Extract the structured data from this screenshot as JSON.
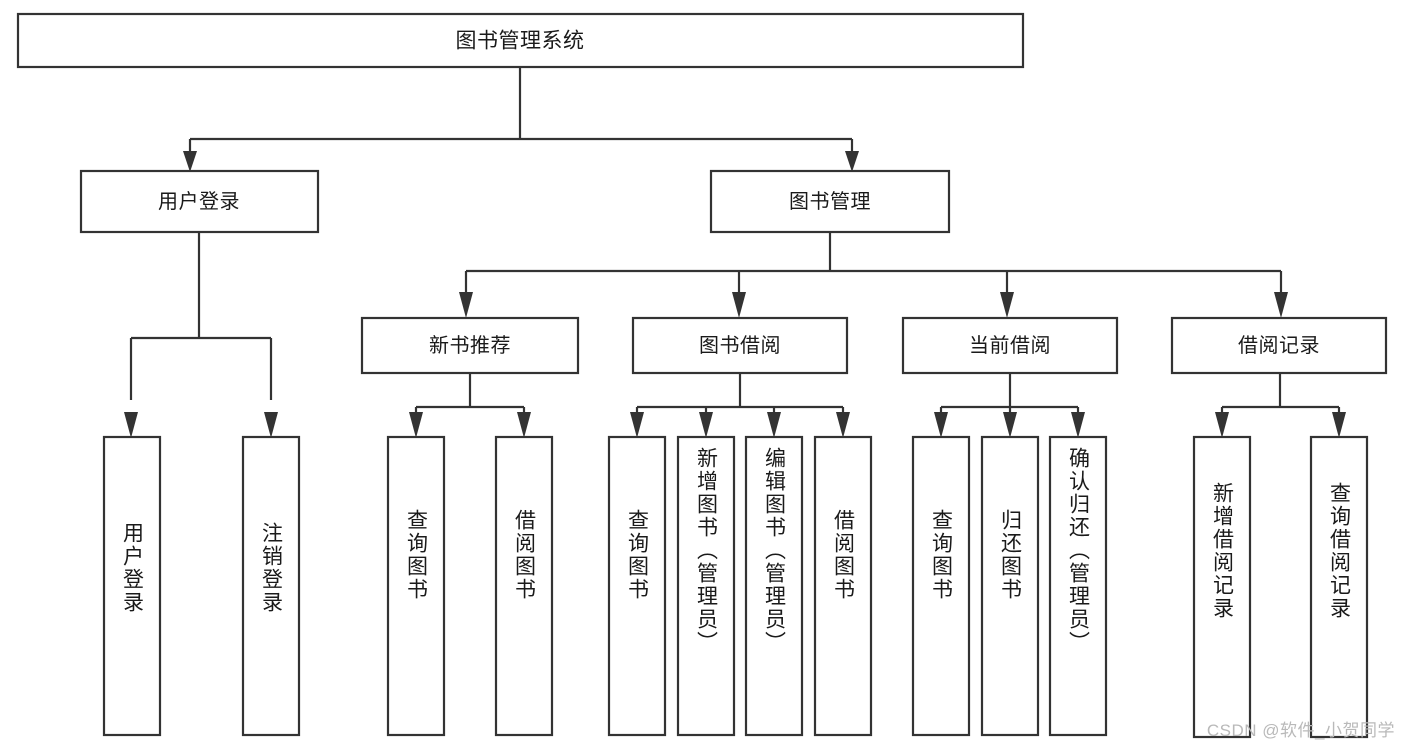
{
  "diagram": {
    "type": "tree-flowchart",
    "title": "图书管理系统",
    "root": {
      "label": "图书管理系统",
      "orientation": "horizontal"
    },
    "level2": [
      {
        "label": "用户登录",
        "orientation": "horizontal"
      },
      {
        "label": "图书管理",
        "orientation": "horizontal"
      }
    ],
    "level3": [
      {
        "label": "新书推荐",
        "orientation": "horizontal"
      },
      {
        "label": "图书借阅",
        "orientation": "horizontal"
      },
      {
        "label": "当前借阅",
        "orientation": "horizontal"
      },
      {
        "label": "借阅记录",
        "orientation": "horizontal"
      }
    ],
    "leaves": {
      "user_login": [
        {
          "label": "用户登录",
          "orientation": "vertical"
        },
        {
          "label": "注销登录",
          "orientation": "vertical"
        }
      ],
      "new_book_recommend": [
        {
          "label": "查询图书",
          "orientation": "vertical"
        },
        {
          "label": "借阅图书",
          "orientation": "vertical"
        }
      ],
      "book_borrow": [
        {
          "label": "查询图书",
          "orientation": "vertical"
        },
        {
          "label": "新增图书（管理员）",
          "orientation": "vertical"
        },
        {
          "label": "编辑图书（管理员）",
          "orientation": "vertical"
        },
        {
          "label": "借阅图书",
          "orientation": "vertical"
        }
      ],
      "current_borrow": [
        {
          "label": "查询图书",
          "orientation": "vertical"
        },
        {
          "label": "归还图书",
          "orientation": "vertical"
        },
        {
          "label": "确认归还（管理员）",
          "orientation": "vertical"
        }
      ],
      "borrow_record": [
        {
          "label": "新增借阅记录",
          "orientation": "vertical"
        },
        {
          "label": "查询借阅记录",
          "orientation": "vertical"
        }
      ]
    },
    "colors": {
      "box_border": "#333333",
      "box_fill": "#ffffff",
      "connector": "#333333",
      "text": "#1a1a1a",
      "background": "#ffffff",
      "watermark": "#b9b9b9"
    }
  },
  "watermark": {
    "text": "CSDN @软件_小贺同学"
  }
}
